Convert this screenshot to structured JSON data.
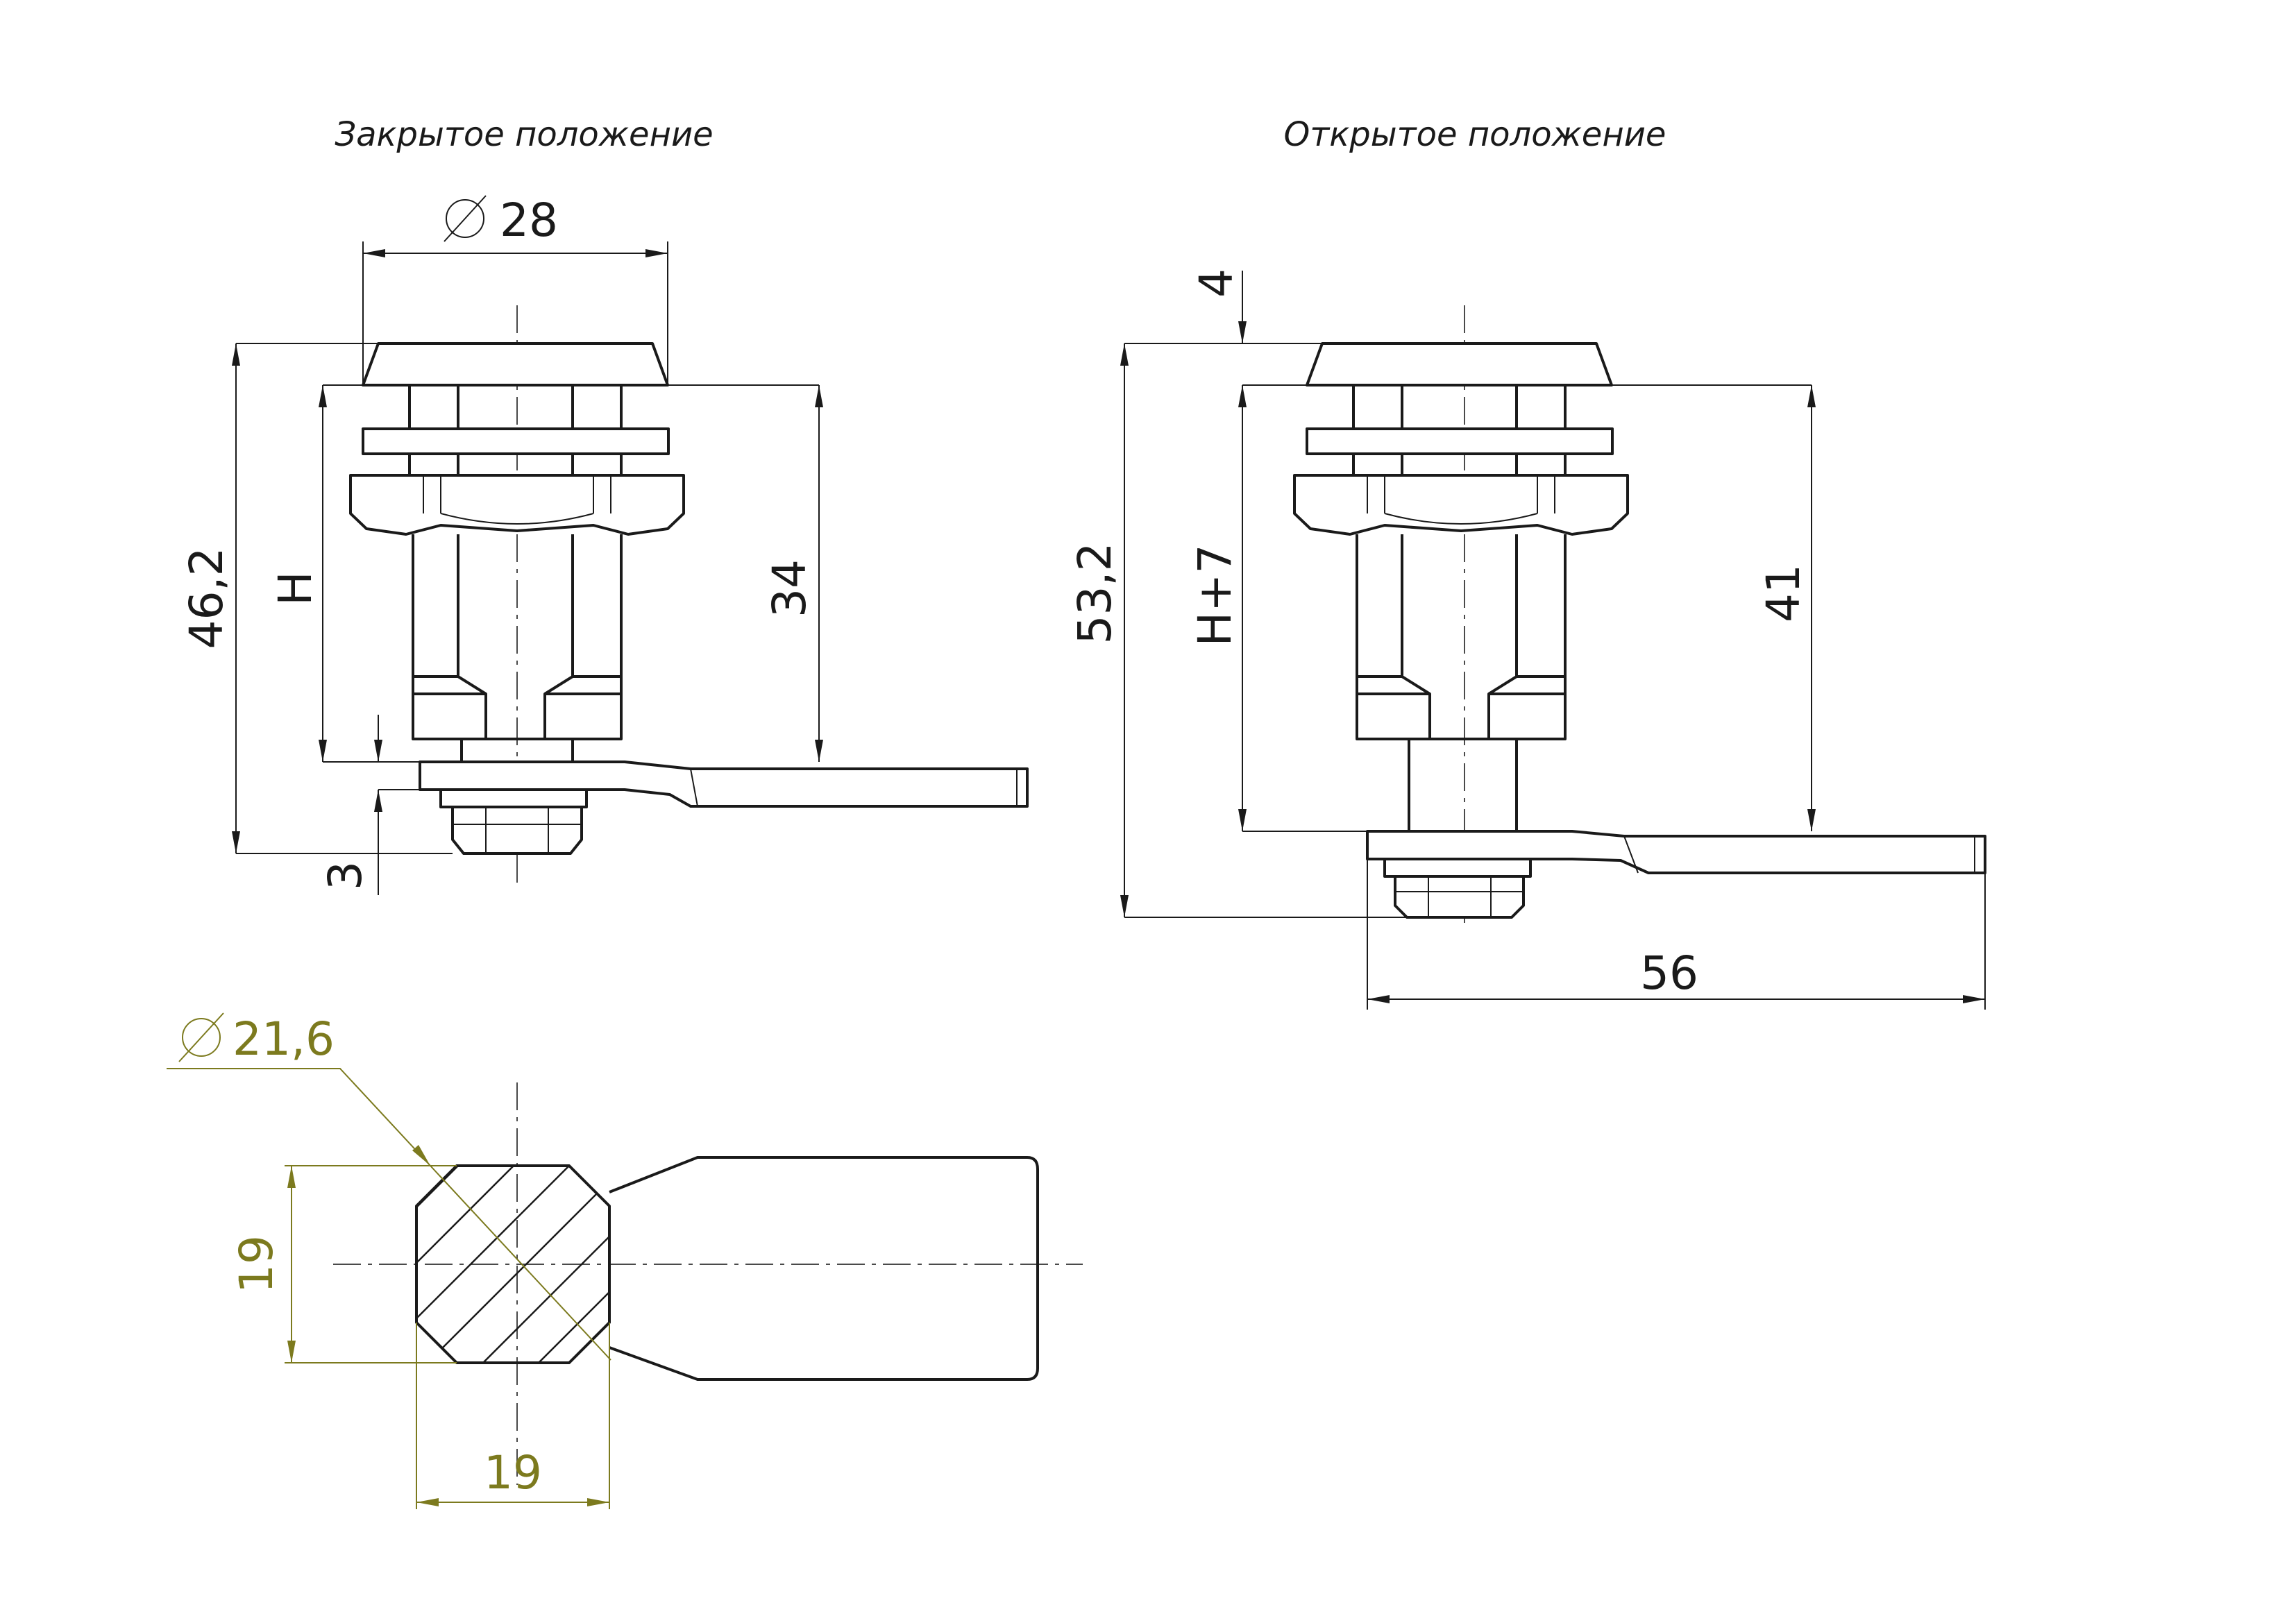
{
  "views": {
    "closed": {
      "caption": "Закрытое положение"
    },
    "open": {
      "caption": "Открытое положение"
    }
  },
  "dimensions": {
    "closed_diameter": "28",
    "closed_total_height": "46,2",
    "closed_h": "H",
    "closed_height_34": "34",
    "closed_thickness": "3",
    "open_top_offset": "4",
    "open_total_height": "53,2",
    "open_h_plus": "H+7",
    "open_height_41": "41",
    "open_width": "56",
    "section_diameter": "21,6",
    "section_height": "19",
    "section_width": "19"
  },
  "colors": {
    "line": "#1a1a1a",
    "dimension_accent": "#7c7a1e"
  }
}
